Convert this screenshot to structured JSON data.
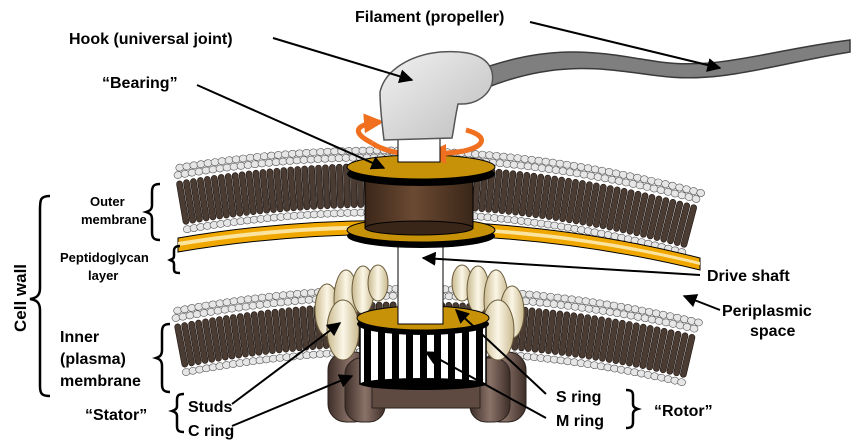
{
  "labels": {
    "filament": "Filament (propeller)",
    "hook": "Hook (universal  joint)",
    "bearing": "“Bearing”",
    "outer_membrane_1": "Outer",
    "outer_membrane_2": "membrane",
    "peptidoglycan_1": "Peptidoglycan",
    "peptidoglycan_2": "layer",
    "cell_wall": "Cell wall",
    "inner_1": "Inner",
    "inner_2": "(plasma)",
    "inner_3": "membrane",
    "drive_shaft": "Drive shaft",
    "periplasmic_1": "Periplasmic",
    "periplasmic_2": "space",
    "studs": "Studs",
    "c_ring": "C ring",
    "stator": "“Stator”",
    "s_ring": "S ring",
    "m_ring": "M ring",
    "rotor": "“Rotor”"
  },
  "colors": {
    "lipid_head": "#e6e6e6",
    "lipid_tail": "#4a3b33",
    "peptidoglycan_yellow": "#f0a800",
    "peptidoglycan_cream": "#fbe3a0",
    "ring_gold": "#c79208",
    "bearing_brown": "#4d3423",
    "rotation_arrow": "#f07020",
    "hook_gray": "#d8d8d8",
    "filament_gray": "#7f7f7f",
    "stud_cream": "#efe6cc",
    "c_ring_brown": "#5e4a41"
  }
}
